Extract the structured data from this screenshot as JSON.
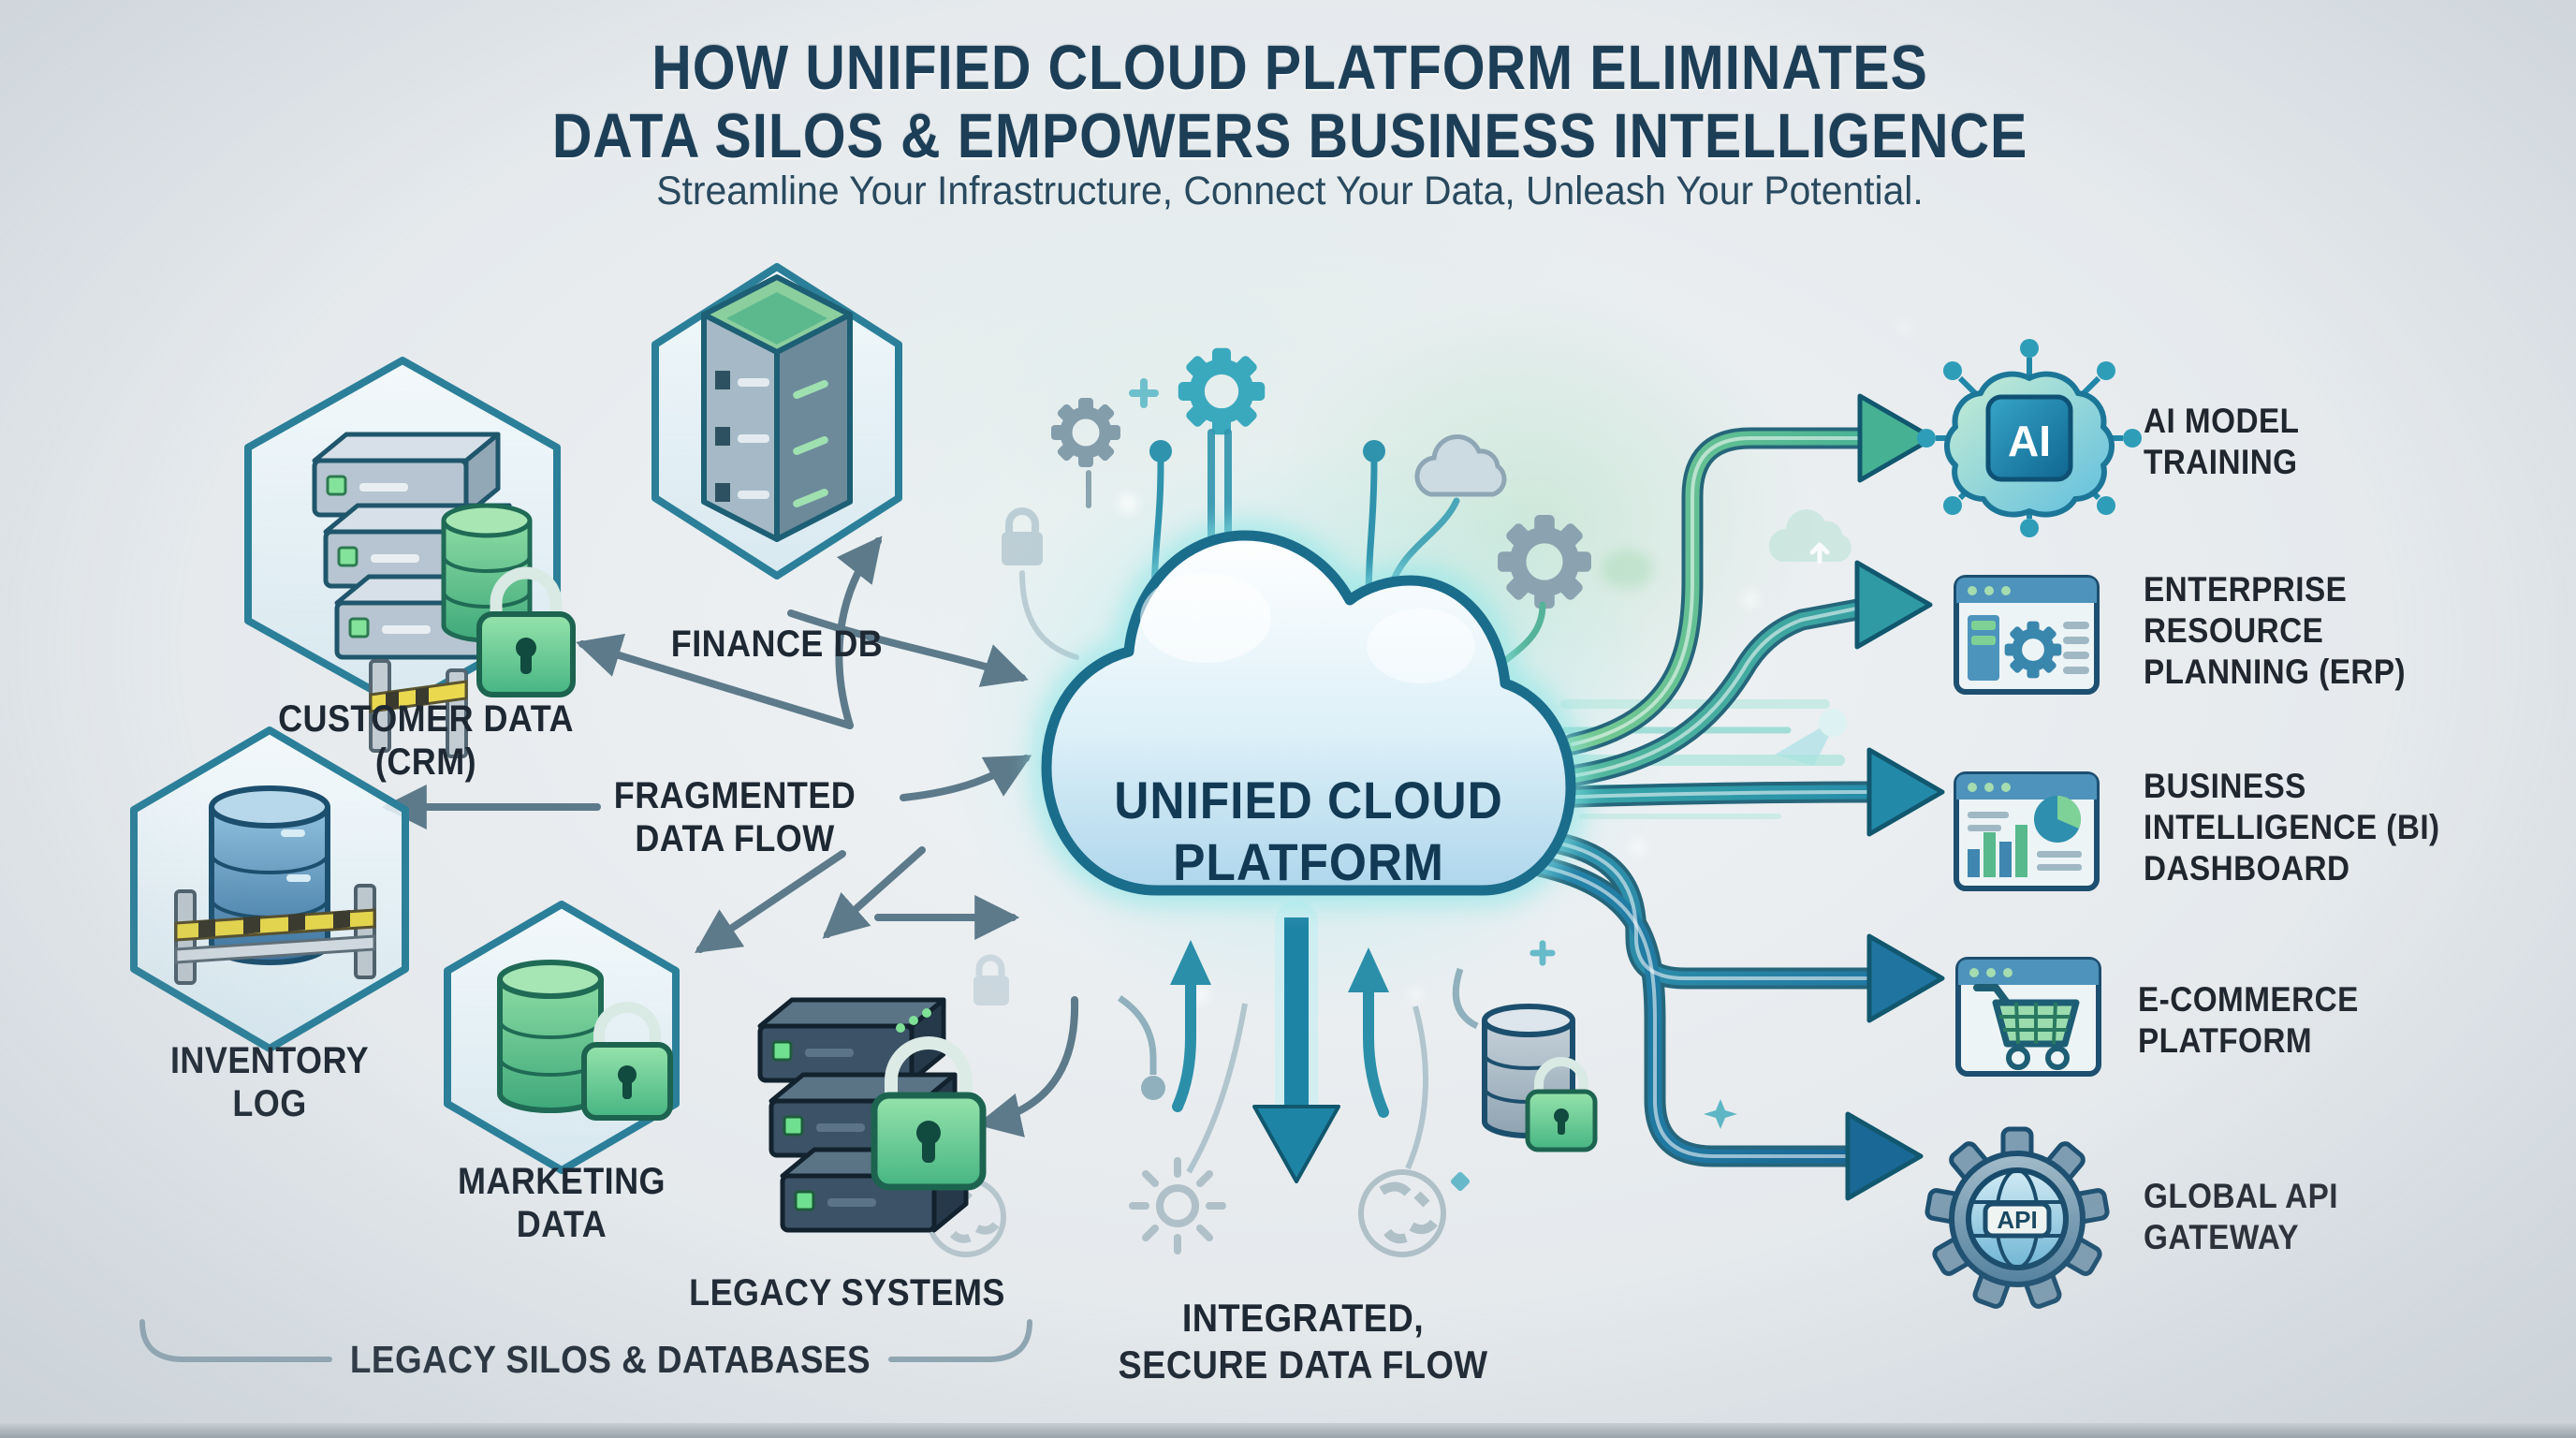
{
  "header": {
    "title_line1": "HOW UNIFIED CLOUD PLATFORM ELIMINATES",
    "title_line2": "DATA SILOS & EMPOWERS BUSINESS INTELLIGENCE",
    "subtitle": "Streamline Your Infrastructure, Connect Your Data, Unleash Your Potential."
  },
  "center": {
    "cloud_line1": "UNIFIED CLOUD",
    "cloud_line2": "PLATFORM",
    "icon": "cloud-icon"
  },
  "sources": {
    "crm": {
      "lines": [
        "CUSTOMER DATA",
        "(CRM)"
      ],
      "icon": "server-stack-database-lock-icon"
    },
    "finance": {
      "lines": [
        "FINANCE DB"
      ],
      "icon": "server-tower-icon"
    },
    "inventory": {
      "lines": [
        "INVENTORY",
        "LOG"
      ],
      "icon": "database-barrier-icon"
    },
    "marketing": {
      "lines": [
        "MARKETING",
        "DATA"
      ],
      "icon": "database-lock-icon"
    },
    "legacy": {
      "lines": [
        "LEGACY SYSTEMS"
      ],
      "icon": "dark-server-lock-icon"
    }
  },
  "flow_labels": {
    "fragmented": {
      "lines": [
        "FRAGMENTED",
        "DATA FLOW"
      ]
    },
    "integrated": {
      "lines": [
        "INTEGRATED,",
        "SECURE DATA FLOW"
      ]
    },
    "legacy_group": "LEGACY SILOS & DATABASES"
  },
  "outputs": {
    "ai": {
      "lines": [
        "AI MODEL",
        "TRAINING"
      ],
      "badge": "AI",
      "icon": "ai-brain-chip-icon"
    },
    "erp": {
      "lines": [
        "ENTERPRISE",
        "RESOURCE",
        "PLANNING (ERP)"
      ],
      "icon": "browser-gear-icon"
    },
    "bi": {
      "lines": [
        "BUSINESS",
        "INTELLIGENCE (BI)",
        "DASHBOARD"
      ],
      "icon": "browser-charts-icon"
    },
    "ecommerce": {
      "lines": [
        "E-COMMERCE",
        "PLATFORM"
      ],
      "icon": "browser-cart-icon"
    },
    "api": {
      "lines": [
        "GLOBAL API",
        "GATEWAY"
      ],
      "badge": "API",
      "icon": "gear-globe-icon"
    }
  },
  "colors": {
    "background": "#e7ebee",
    "title_navy": "#1c3e57",
    "label_text": "#1e2833",
    "cloud_outline": "#1b6d8c",
    "cloud_glow": "#8ee6e6",
    "fragmented_arrow_slate": "#5d7a8a",
    "integrated_teal": "#2b93a5",
    "arrow_green": "#67c18c",
    "arrow_blue": "#1f74a0",
    "lock_green": "#4cb886",
    "db_blue": "#3c739f",
    "hexagon_stroke": "#2b7f99"
  }
}
